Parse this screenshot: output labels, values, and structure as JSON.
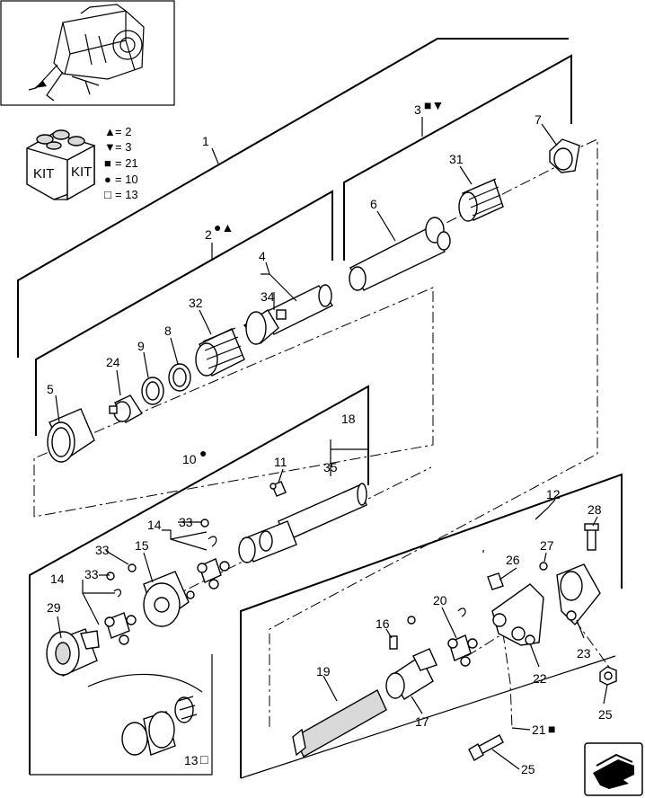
{
  "kit_legend": {
    "kit_text_left": "KIT",
    "kit_text_right": "KIT",
    "rows": [
      {
        "symbol": "▲",
        "value": "= 2"
      },
      {
        "symbol": "▼",
        "value": "= 3"
      },
      {
        "symbol": "■",
        "value": "= 21"
      },
      {
        "symbol": "●",
        "value": "= 10"
      },
      {
        "symbol": "□",
        "value": "= 13"
      }
    ]
  },
  "callouts": {
    "c1": "1",
    "c2": "2",
    "c2sym": "●▲",
    "c3": "3",
    "c3sym": "■▼",
    "c4": "4",
    "c5": "5",
    "c6": "6",
    "c7": "7",
    "c8": "8",
    "c9": "9",
    "c10": "10",
    "c10sym": "●",
    "c11": "11",
    "c12": "12",
    "c13": "13",
    "c13sym": "□",
    "c14a": "14",
    "c14b": "14",
    "c15": "15",
    "c16": "16",
    "c17": "17",
    "c18": "18",
    "c19": "19",
    "c20": "20",
    "c21": "21",
    "c21sym": "■",
    "c22": "22",
    "c23": "23",
    "c24": "24",
    "c25a": "25",
    "c25b": "25",
    "c26": "26",
    "c27": "27",
    "c28": "28",
    "c29": "29",
    "c31": "31",
    "c32": "32",
    "c33a": "33",
    "c33b": "33",
    "c33c": "33",
    "c34": "34",
    "c35": "35"
  }
}
